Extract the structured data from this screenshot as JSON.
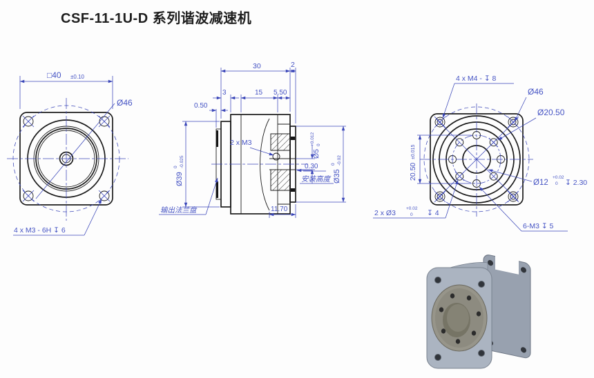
{
  "title": "CSF-11-1U-D 系列谐波减速机",
  "front_view": {
    "square_dim": "□40",
    "square_tol": "±0.10",
    "bolt_circle": "Ø46",
    "corner_holes": "4 x M3 - 6H ↧ 6"
  },
  "section_view": {
    "length_total": "30",
    "hub_protrusion": "2",
    "flange_thickness": "3",
    "mid_length": "15",
    "right_length": "5.50",
    "step": "0.50",
    "flange_dia": "Ø39",
    "flange_dia_upper": "0",
    "flange_dia_lower": "-0.025",
    "set_screws": "2 x M3",
    "bore_dia": "Ø5",
    "bore_dia_upper": "+0.012",
    "bore_dia_lower": "0",
    "hub_dia": "Ø35",
    "hub_dia_upper": "0",
    "hub_dia_lower": "-0.02",
    "install_gap": "0.30",
    "install_height_label": "安装高度",
    "hub_length": "11.70",
    "output_flange_label": "输出法兰盘"
  },
  "rear_view": {
    "corner_holes": "4 x M4 - ↧ 8",
    "bolt_circle": "Ø46",
    "hole_circle_dia": "Ø20.50",
    "hole_spacing": "20.50",
    "hole_spacing_tol": "±0.015",
    "center_recess_dia": "Ø12",
    "center_recess_upper": "+0.02",
    "center_recess_lower": "0",
    "center_recess_depth": "↧ 2.30",
    "dowel_holes": "2 x Ø3",
    "dowel_upper": "+0.02",
    "dowel_lower": "0",
    "dowel_depth": "↧ 4",
    "tapped_holes": "6-M3 ↧ 5"
  },
  "colors": {
    "dimension_blue": "#3a46b8",
    "outline_black": "#1b1b1b",
    "render_gray": "#a6afbc"
  }
}
